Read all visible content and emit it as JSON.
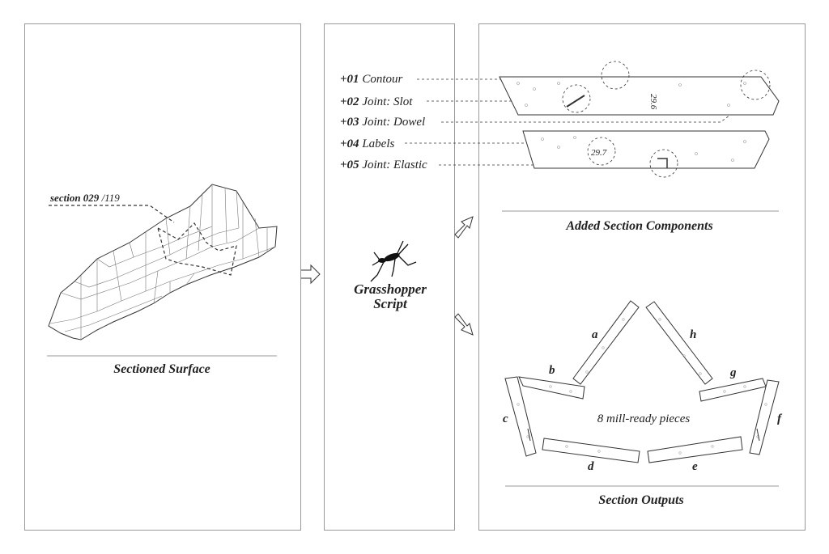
{
  "left_panel": {
    "section_label_bold": "section 029",
    "section_label_rest": " /119",
    "caption": "Sectioned Surface"
  },
  "middle_panel": {
    "script_line1": "Grasshopper",
    "script_line2": "Script",
    "icon": "grasshopper-icon"
  },
  "right_panel": {
    "steps": [
      {
        "num": "+01",
        "label": " Contour"
      },
      {
        "num": "+02",
        "label": " Joint: Slot"
      },
      {
        "num": "+03",
        "label": " Joint: Dowel"
      },
      {
        "num": "+04",
        "label": " Labels"
      },
      {
        "num": "+05",
        "label": " Joint: Elastic"
      }
    ],
    "component_label_top": "29.6",
    "component_label_bottom": "29.7",
    "components_caption": "Added Section Components",
    "pieces_text": "8 mill-ready pieces",
    "piece_letters": [
      "a",
      "b",
      "c",
      "d",
      "e",
      "f",
      "g",
      "h"
    ],
    "outputs_caption": "Section Outputs"
  },
  "colors": {
    "line": "#333333",
    "frame": "#999999",
    "background": "#ffffff"
  }
}
